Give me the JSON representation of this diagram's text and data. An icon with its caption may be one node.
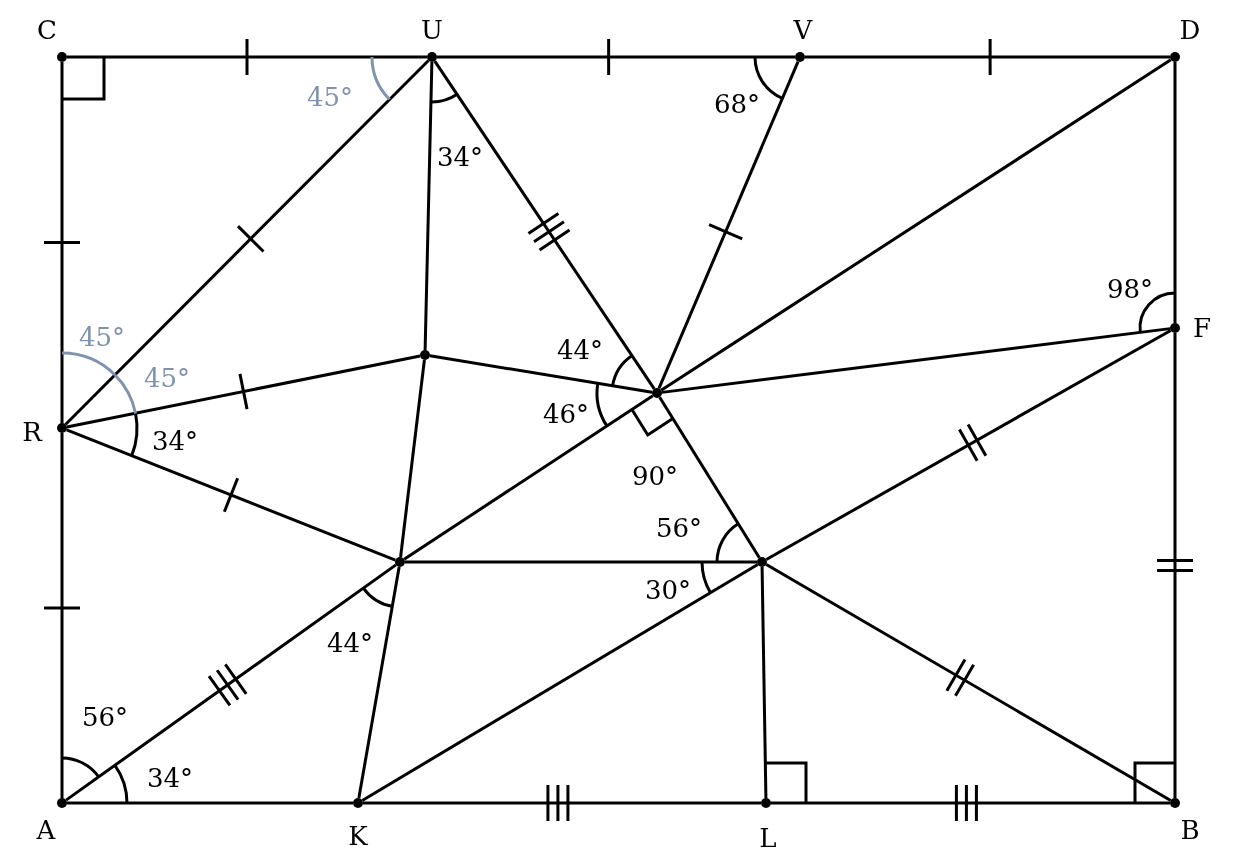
{
  "diagram": {
    "nodes": [
      {
        "text": [],
        "shape": "circle",
        "beside": [
          "C"
        ]
      },
      {
        "text": [],
        "shape": "circle",
        "beside": [
          "U"
        ]
      },
      {
        "text": [],
        "shape": "circle",
        "beside": [
          "V"
        ]
      },
      {
        "text": [],
        "shape": "circle",
        "beside": [
          "D"
        ]
      },
      {
        "text": [],
        "shape": "circle",
        "beside": [
          "F"
        ]
      },
      {
        "text": [],
        "shape": "circle"
      },
      {
        "text": [],
        "shape": "circle"
      },
      {
        "text": [],
        "shape": "circle",
        "beside": [
          "R"
        ]
      },
      {
        "text": [],
        "shape": "circle"
      },
      {
        "text": [],
        "shape": "circle"
      },
      {
        "text": [],
        "shape": "circle",
        "beside": [
          "A"
        ]
      },
      {
        "text": [],
        "shape": "circle",
        "beside": [
          "K"
        ]
      },
      {
        "text": [],
        "shape": "circle",
        "beside": [
          "L"
        ]
      },
      {
        "text": [],
        "shape": "circle",
        "beside": [
          "B"
        ]
      }
    ],
    "edges": [
      {
        "from": 0,
        "to": 1,
        "arrow": "none"
      },
      {
        "from": 1,
        "to": 2,
        "arrow": "none"
      },
      {
        "from": 2,
        "to": 3,
        "arrow": "none"
      },
      {
        "from": 0,
        "to": 7,
        "arrow": "none"
      },
      {
        "from": 7,
        "to": 10,
        "arrow": "none"
      },
      {
        "from": 3,
        "to": 4,
        "arrow": "none"
      },
      {
        "from": 4,
        "to": 13,
        "arrow": "none"
      },
      {
        "from": 10,
        "to": 11,
        "arrow": "none"
      },
      {
        "from": 11,
        "to": 12,
        "arrow": "none"
      },
      {
        "from": 12,
        "to": 13,
        "arrow": "none"
      },
      {
        "from": 7,
        "to": 1,
        "arrow": "none"
      },
      {
        "from": 1,
        "to": 5,
        "arrow": "none"
      },
      {
        "from": 1,
        "to": 6,
        "arrow": "none"
      },
      {
        "from": 2,
        "to": 6,
        "arrow": "none"
      },
      {
        "from": 3,
        "to": 6,
        "arrow": "none"
      },
      {
        "from": 4,
        "to": 6,
        "arrow": "none"
      },
      {
        "from": 7,
        "to": 5,
        "arrow": "none"
      },
      {
        "from": 5,
        "to": 6,
        "arrow": "none"
      },
      {
        "from": 7,
        "to": 8,
        "arrow": "none"
      },
      {
        "from": 5,
        "to": 8,
        "arrow": "none"
      },
      {
        "from": 8,
        "to": 11,
        "arrow": "none"
      },
      {
        "from": 10,
        "to": 8,
        "arrow": "none"
      },
      {
        "from": 8,
        "to": 6,
        "arrow": "none"
      },
      {
        "from": 8,
        "to": 9,
        "arrow": "none"
      },
      {
        "from": 6,
        "to": 9,
        "arrow": "none"
      },
      {
        "from": 11,
        "to": 9,
        "arrow": "none"
      },
      {
        "from": 9,
        "to": 4,
        "arrow": "none"
      },
      {
        "from": 9,
        "to": 12,
        "arrow": "none"
      },
      {
        "from": 9,
        "to": 13,
        "arrow": "none"
      }
    ],
    "labels": [
      "45°",
      "68°",
      "34°",
      "98°",
      "45°",
      "44°",
      "45°",
      "46°",
      "34°",
      "90°",
      "56°",
      "30°",
      "44°",
      "56°",
      "34°"
    ]
  }
}
